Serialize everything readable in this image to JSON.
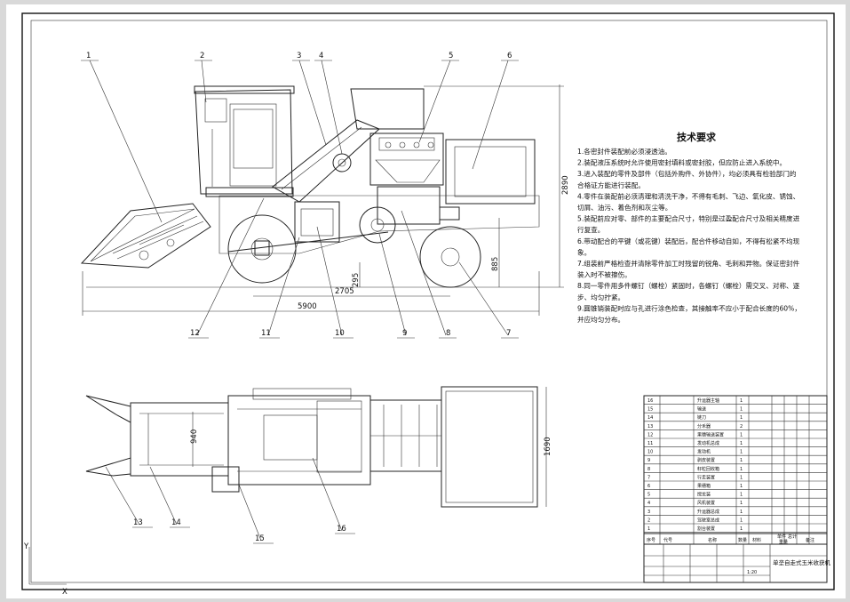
{
  "callouts": {
    "c1": "1",
    "c2": "2",
    "c3": "3",
    "c4": "4",
    "c5": "5",
    "c6": "6",
    "c7": "7",
    "c8": "8",
    "c9": "9",
    "c10": "10",
    "c11": "11",
    "c12": "12",
    "c13": "13",
    "c14": "14",
    "c15": "15",
    "c16": "16"
  },
  "dimensions": {
    "d2890": "2890",
    "d885": "885",
    "d295": "295",
    "d2705": "2705",
    "d5900": "5900",
    "d940": "940",
    "d1690": "1690"
  },
  "tech_requirements": {
    "title": "技术要求",
    "lines": [
      "1.各密封件装配前必须浸透油。",
      "2.装配液压系统时允许使用密封填料或密封胶，但应防止进入系统中。",
      "3.进入装配的零件及部件（包括外购件、外协件），均必须具有检验部门的",
      "合格证方能进行装配。",
      "4.零件在装配前必须清理和清洗干净，不得有毛刺、飞边、氧化皮、锈蚀、",
      "切屑、油污、着色剂和灰尘等。",
      "5.装配前应对零、部件的主要配合尺寸，特别是过盈配合尺寸及相关精度进",
      "行复查。",
      "6.带动配合的平键（或花键）装配后，配合件移动自如，不得有松紧不均现",
      "象。",
      "7.组装前严格检查并清除零件加工时残留的锐角、毛刺和异物。保证密封件",
      "装入时不被擦伤。",
      "8.同一零件用多件螺钉（螺栓）紧固时，各螺钉（螺栓）需交叉、对称、逐",
      "步、均匀拧紧。",
      "9.圆锥销装配时应与孔进行涂色检查，其接触率不应小于配合长度的60%，",
      "并应均匀分布。"
    ]
  },
  "parts_table": {
    "rows": [
      {
        "no": "16",
        "name": "升运器主轴",
        "qty": "1"
      },
      {
        "no": "15",
        "name": "输送",
        "qty": "1"
      },
      {
        "no": "14",
        "name": "链刀",
        "qty": "1"
      },
      {
        "no": "13",
        "name": "分禾器",
        "qty": "2"
      },
      {
        "no": "12",
        "name": "果穗输送装置",
        "qty": "1"
      },
      {
        "no": "11",
        "name": "发动机总成",
        "qty": "1"
      },
      {
        "no": "10",
        "name": "发动机",
        "qty": "1"
      },
      {
        "no": "9",
        "name": "剥皮装置",
        "qty": "1"
      },
      {
        "no": "8",
        "name": "籽粒回收箱",
        "qty": "1"
      },
      {
        "no": "7",
        "name": "行走装置",
        "qty": "1"
      },
      {
        "no": "6",
        "name": "果穗箱",
        "qty": "1"
      },
      {
        "no": "5",
        "name": "搅龙装",
        "qty": "1"
      },
      {
        "no": "4",
        "name": "风机装置",
        "qty": "1"
      },
      {
        "no": "3",
        "name": "升运器总成",
        "qty": "1"
      },
      {
        "no": "2",
        "name": "驾驶室总成",
        "qty": "1"
      },
      {
        "no": "1",
        "name": "割台装置",
        "qty": "1"
      }
    ],
    "header": {
      "no": "序号",
      "code": "代号",
      "name": "名称",
      "qty": "数量",
      "material": "材料",
      "single": "单件",
      "total": "总计",
      "weight": "重量",
      "remark": "备注"
    },
    "title_block": {
      "drawing_title": "单垄自走式玉米收获机",
      "scale": "1:20"
    }
  },
  "axis_marker": {
    "y": "Y",
    "x": "X"
  }
}
